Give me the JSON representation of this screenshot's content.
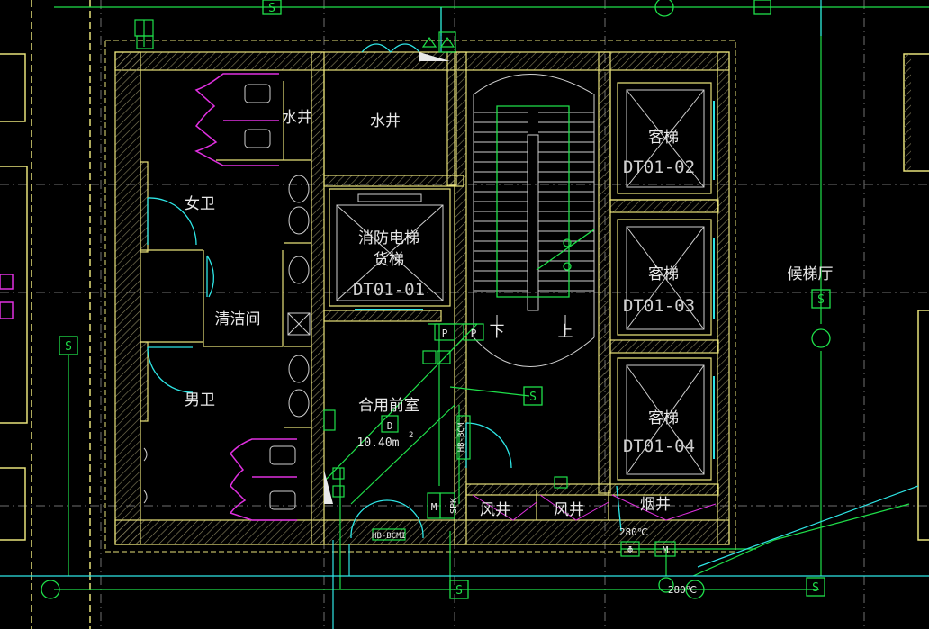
{
  "colors": {
    "background": "#000000",
    "wall": "#e8e27a",
    "grid": "#7a7a7a",
    "equipment": "#1fe04a",
    "annotation": "#e8e8e8",
    "cyan": "#2ee6e6",
    "magenta": "#e030e0",
    "fixture": "#cfcfcf"
  },
  "rooms": {
    "women_wc": "女卫",
    "men_wc": "男卫",
    "janitor": "清洁间",
    "water_shaft_main": "水井",
    "water_shaft_small": "水井",
    "fire_elevator_line1": "消防电梯",
    "fire_elevator_line2": "货梯",
    "fire_elevator_id": "DT01-01",
    "shared_lobby": "合用前室",
    "shared_lobby_area": "10.40m",
    "shared_lobby_area_sup": "2",
    "elev_02_name": "客梯",
    "elev_02_id": "DT01-02",
    "elev_03_name": "客梯",
    "elev_03_id": "DT01-03",
    "elev_04_name": "客梯",
    "elev_04_id": "DT01-04",
    "waiting_hall": "候梯厅",
    "air_shaft_1": "风井",
    "air_shaft_2": "风井",
    "smoke_shaft": "烟井"
  },
  "stair": {
    "down_label": "下",
    "up_label": "上"
  },
  "tags": {
    "door_tag_bottom": "HB-BCMI",
    "door_tag_vertical": "HB-BCM",
    "spk": "SPK",
    "m_left": "M",
    "m_right": "M",
    "p1": "P",
    "p2": "P",
    "d_box": "D",
    "phi": "Φ",
    "fire_damper_1": "280℃",
    "fire_damper_2": "280℃",
    "s_symbol": "S"
  }
}
